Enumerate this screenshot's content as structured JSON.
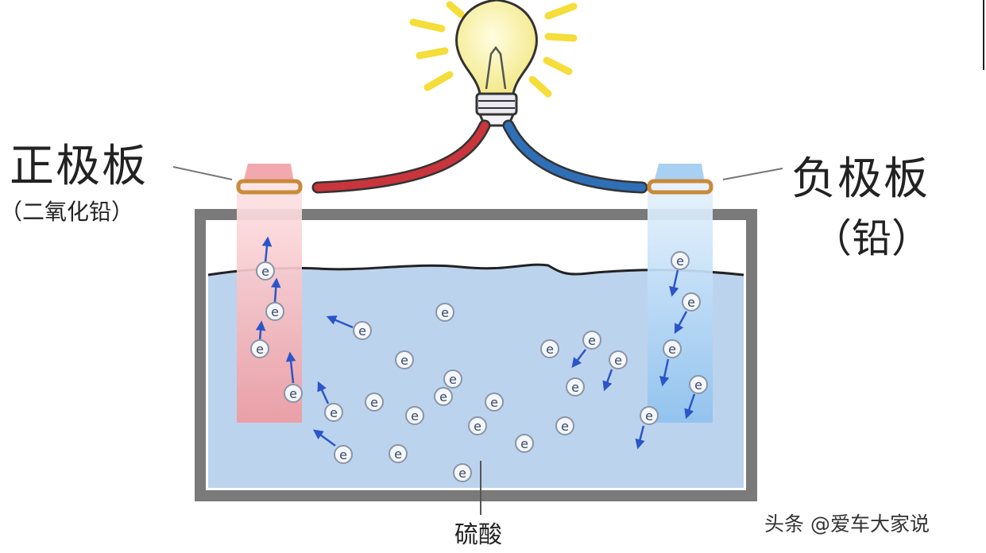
{
  "labels": {
    "positive_plate": "正极板",
    "positive_material": "（二氧化铅）",
    "negative_plate": "负极板",
    "negative_material": "（铅）",
    "electrolyte": "硫酸",
    "watermark": "头条 @爱车大家说"
  },
  "electron_symbol": "e",
  "colors": {
    "electrolyte": "#bcd3ee",
    "container": "#7a7a7a",
    "positive_plate": "#f2a9ae",
    "negative_plate": "#a8d0f2",
    "red_wire": "#c8353c",
    "blue_wire": "#2f6fb6",
    "bulb": "#f7f1a0",
    "rays": "#f5dd3a",
    "arrow": "#2b55c8"
  }
}
